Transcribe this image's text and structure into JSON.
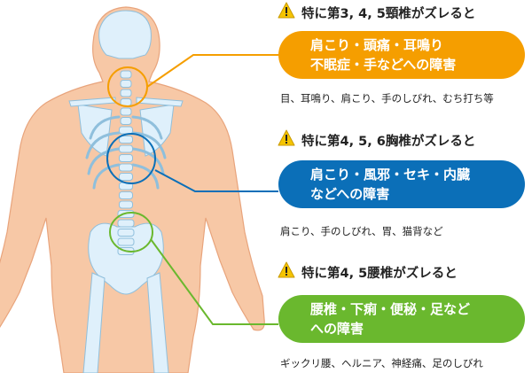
{
  "colors": {
    "cervical": "#f59e00",
    "thoracic": "#0b6fb8",
    "lumbar": "#6ab82e",
    "skin": "#f7c8a6",
    "skin_edge": "#e8a47c",
    "bone": "#dff0fb",
    "bone_edge": "#8fbfdc",
    "warning": "#f5c400"
  },
  "sections": [
    {
      "key": "cervical",
      "heading": "特に第3, 4, 5頸椎がズレると",
      "pill_lines": [
        "肩こり・頭痛・耳鳴り",
        "不眠症・手などへの障害"
      ],
      "note": "目、耳鳴り、肩こり、手のしびれ、むち打ち等"
    },
    {
      "key": "thoracic",
      "heading": "特に第4, 5, 6胸椎がズレると",
      "pill_lines": [
        "肩こり・風邪・セキ・内臓",
        "などへの障害"
      ],
      "note": "肩こり、手のしびれ、胃、猫背など"
    },
    {
      "key": "lumbar",
      "heading": "特に第4, 5腰椎がズレると",
      "pill_lines": [
        "腰椎・下痢・便秘・足など",
        "への障害"
      ],
      "note": "ギックリ腰、ヘルニア、神経痛、足のしびれ"
    }
  ]
}
